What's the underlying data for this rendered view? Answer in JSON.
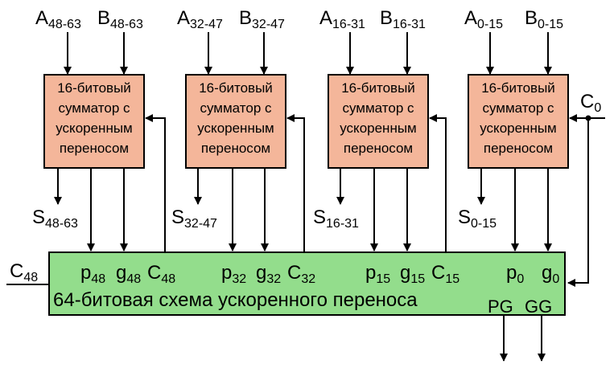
{
  "colors": {
    "adder_fill": "#f4b69a",
    "lookahead_fill": "#93dd8c",
    "stroke": "#000000"
  },
  "adders": [
    {
      "text_lines": [
        "16-битовый",
        "сумматор с",
        "ускоренным",
        "переносом"
      ],
      "input_a": {
        "base": "A",
        "sub": "48-63"
      },
      "input_b": {
        "base": "B",
        "sub": "48-63"
      },
      "sum": {
        "base": "S",
        "sub": "48-63"
      }
    },
    {
      "text_lines": [
        "16-битовый",
        "сумматор с",
        "ускоренным",
        "переносом"
      ],
      "input_a": {
        "base": "A",
        "sub": "32-47"
      },
      "input_b": {
        "base": "B",
        "sub": "32-47"
      },
      "sum": {
        "base": "S",
        "sub": "32-47"
      }
    },
    {
      "text_lines": [
        "16-битовый",
        "сумматор с",
        "ускоренным",
        "переносом"
      ],
      "input_a": {
        "base": "A",
        "sub": "16-31"
      },
      "input_b": {
        "base": "B",
        "sub": "16-31"
      },
      "sum": {
        "base": "S",
        "sub": "16-31"
      }
    },
    {
      "text_lines": [
        "16-битовый",
        "сумматор с",
        "ускоренным",
        "переносом"
      ],
      "input_a": {
        "base": "A",
        "sub": "0-15"
      },
      "input_b": {
        "base": "B",
        "sub": "0-15"
      },
      "sum": {
        "base": "S",
        "sub": "0-15"
      }
    }
  ],
  "carry_in": {
    "base": "C",
    "sub": "0"
  },
  "carry_out": {
    "base": "C",
    "sub": "48"
  },
  "lookahead": {
    "title": "64-битовая схема ускоренного переноса",
    "ports": [
      {
        "base": "p",
        "sub": "48"
      },
      {
        "base": "g",
        "sub": "48"
      },
      {
        "base": "C",
        "sub": "48"
      },
      {
        "base": "p",
        "sub": "32"
      },
      {
        "base": "g",
        "sub": "32"
      },
      {
        "base": "C",
        "sub": "32"
      },
      {
        "base": "p",
        "sub": "15"
      },
      {
        "base": "g",
        "sub": "15"
      },
      {
        "base": "C",
        "sub": "15"
      },
      {
        "base": "p",
        "sub": "0"
      },
      {
        "base": "g",
        "sub": "0"
      }
    ],
    "outputs": [
      "PG",
      "GG"
    ]
  }
}
